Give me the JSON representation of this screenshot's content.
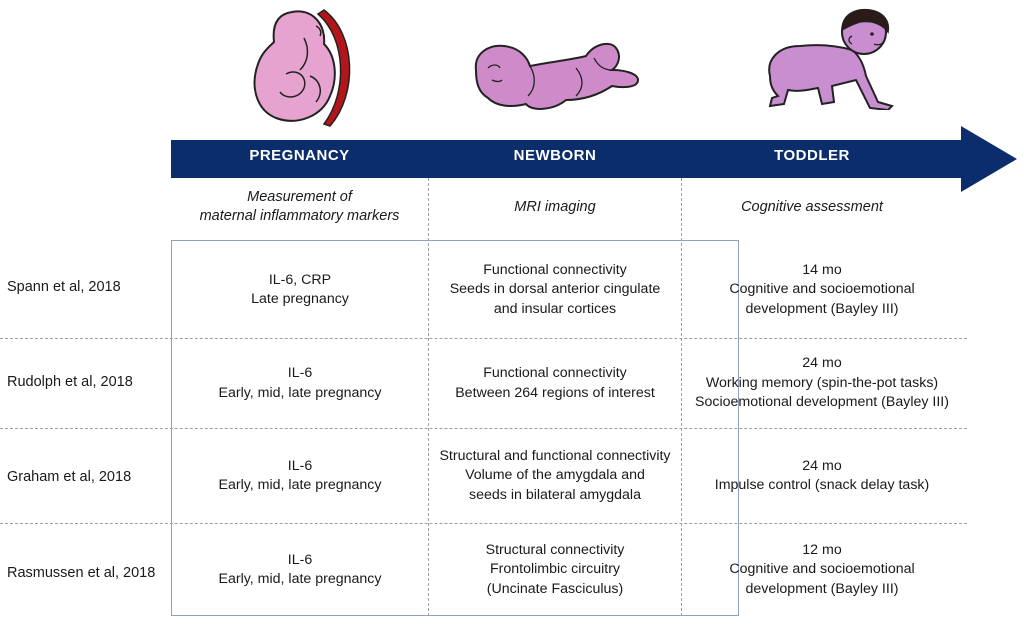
{
  "stages": [
    {
      "label": "PREGNANCY",
      "method_lines": [
        "Measurement of",
        "maternal inflammatory markers"
      ]
    },
    {
      "label": "NEWBORN",
      "method_lines": [
        "MRI imaging"
      ]
    },
    {
      "label": "TODDLER",
      "method_lines": [
        "Cognitive assessment"
      ]
    }
  ],
  "colors": {
    "arrow": "#0b2d6b",
    "fetus_skin": "#e7a3cf",
    "placenta": "#b4151b",
    "newborn_skin": "#cf8bc9",
    "toddler_skin": "#c98ed0",
    "toddler_hair": "#2b1a17"
  },
  "studies": [
    {
      "name": "Spann et al, 2018",
      "pregnancy": [
        "IL-6, CRP",
        "Late pregnancy"
      ],
      "newborn": [
        "Functional connectivity",
        "Seeds in dorsal anterior cingulate",
        "and insular cortices"
      ],
      "toddler": [
        "14 mo",
        "Cognitive and socioemotional",
        "development (Bayley III)"
      ]
    },
    {
      "name": "Rudolph et al, 2018",
      "pregnancy": [
        "IL-6",
        "Early, mid, late pregnancy"
      ],
      "newborn": [
        "Functional connectivity",
        "Between 264 regions of interest"
      ],
      "toddler": [
        "24 mo",
        "Working memory (spin-the-pot tasks)",
        "Socioemotional development (Bayley III)"
      ]
    },
    {
      "name": "Graham et al, 2018",
      "pregnancy": [
        "IL-6",
        "Early, mid, late pregnancy"
      ],
      "newborn": [
        "Structural and functional connectivity",
        "Volume of the amygdala and",
        "seeds in bilateral amygdala"
      ],
      "toddler": [
        "24 mo",
        "Impulse control (snack delay task)"
      ]
    },
    {
      "name": "Rasmussen et al, 2018",
      "pregnancy": [
        "IL-6",
        "Early, mid, late pregnancy"
      ],
      "newborn": [
        "Structural connectivity",
        "Frontolimbic circuitry",
        "(Uncinate Fasciculus)"
      ],
      "toddler": [
        "12 mo",
        "Cognitive and socioemotional",
        "development (Bayley III)"
      ]
    }
  ]
}
